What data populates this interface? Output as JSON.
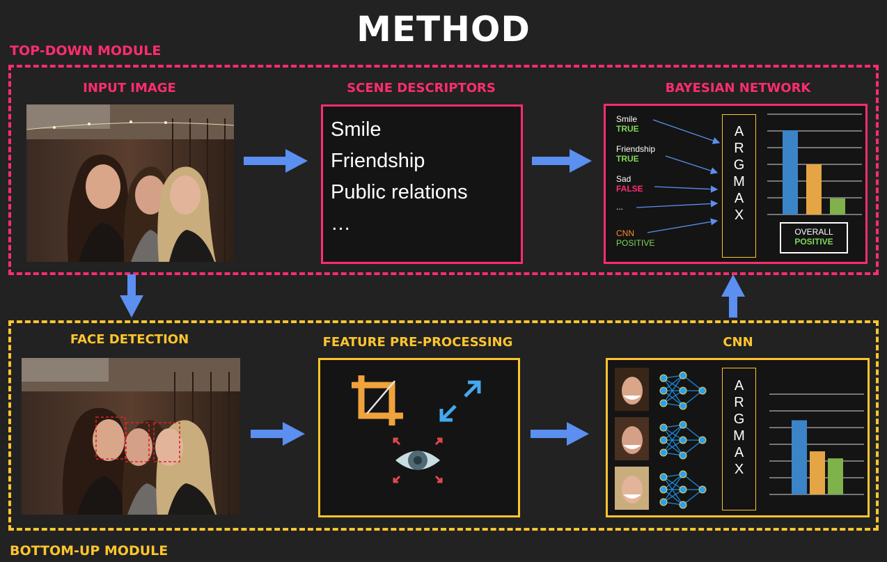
{
  "title": "METHOD",
  "top_module": {
    "label": "TOP-DOWN MODULE",
    "input_image_header": "INPUT IMAGE",
    "scene_descriptors": {
      "header": "SCENE DESCRIPTORS",
      "items": [
        "Smile",
        "Friendship",
        "Public relations",
        "…"
      ]
    },
    "bayesian_network": {
      "header": "BAYESIAN NETWORK",
      "inputs": [
        {
          "label": "Smile",
          "value": "TRUE"
        },
        {
          "label": "Friendship",
          "value": "TRUE"
        },
        {
          "label": "Sad",
          "value": "FALSE"
        },
        {
          "label": "...",
          "value": ""
        },
        {
          "label": "CNN",
          "value": "POSITIVE"
        }
      ],
      "argmax_letters": [
        "A",
        "R",
        "G",
        "M",
        "A",
        "X"
      ],
      "bar_values": [
        0.84,
        0.5,
        0.16
      ],
      "overall_label": "OVERALL",
      "overall_value": "POSITIVE"
    }
  },
  "bottom_module": {
    "label": "BOTTOM-UP MODULE",
    "face_detection_header": "FACE DETECTION",
    "feature_preprocessing_header": "FEATURE PRE-PROCESSING",
    "cnn": {
      "header": "CNN",
      "argmax_letters": [
        "A",
        "R",
        "G",
        "M",
        "A",
        "X"
      ],
      "bar_values": [
        0.74,
        0.43,
        0.36
      ]
    }
  },
  "colors": {
    "background": "#222222",
    "top_module": "#ff2d6e",
    "bottom_module": "#ffc52e",
    "arrow": "#5b8ff0",
    "true_value": "#7ed957",
    "false_value": "#ff2d6e",
    "cnn_label": "#ff8a2b",
    "bar_blue": "#3b84c7",
    "bar_orange": "#e5a544",
    "bar_green": "#7fb24a"
  },
  "icons": [
    "crop-icon",
    "resize-icon",
    "eye-icon",
    "neural-network-icon"
  ]
}
